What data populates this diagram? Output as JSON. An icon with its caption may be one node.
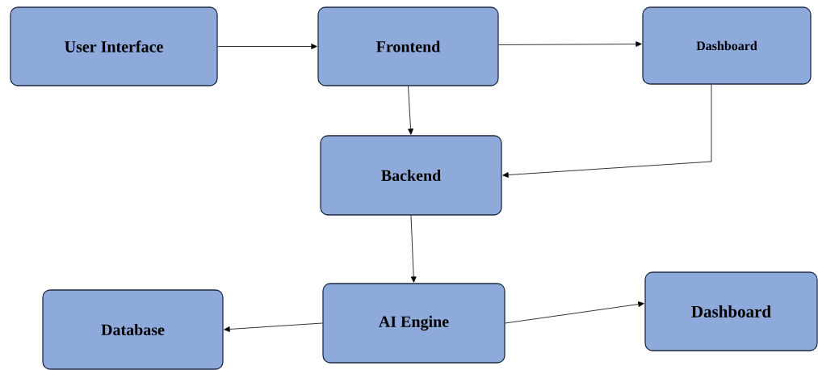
{
  "diagram": {
    "nodes": [
      {
        "text": [
          "User Interface"
        ]
      },
      {
        "text": [
          "Frontend"
        ]
      },
      {
        "text": [
          "Dashboard"
        ]
      },
      {
        "text": [
          "Backend"
        ]
      },
      {
        "text": [
          "Database"
        ]
      },
      {
        "text": [
          "AI Engine"
        ]
      },
      {
        "text": [
          "Dashboard"
        ]
      }
    ],
    "edges": [
      {
        "from": 0,
        "to": 1,
        "arrow": "to"
      },
      {
        "from": 1,
        "to": 2,
        "arrow": "to"
      },
      {
        "from": 1,
        "to": 3,
        "arrow": "to"
      },
      {
        "from": 2,
        "to": 3,
        "arrow": "to"
      },
      {
        "from": 3,
        "to": 5,
        "arrow": "to"
      },
      {
        "from": 5,
        "to": 4,
        "arrow": "to"
      },
      {
        "from": 5,
        "to": 6,
        "arrow": "to"
      }
    ]
  }
}
